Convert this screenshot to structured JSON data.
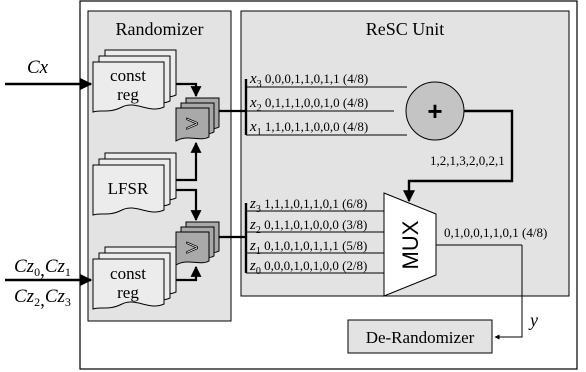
{
  "randomizer": {
    "title": "Randomizer",
    "const_reg_label_line1": "const",
    "const_reg_label_line2": "reg",
    "lfsr_label": "LFSR",
    "comparator_symbol": ">"
  },
  "resc_unit": {
    "title": "ReSC Unit",
    "adder_symbol": "+",
    "adder_output": "1,2,1,3,2,0,2,1",
    "mux_label": "MUX",
    "mux_output": "0,1,0,0,1,1,0,1 (4/8)",
    "x_streams": [
      {
        "name": "x",
        "sub": "3",
        "bits": " 0,0,0,1,1,0,1,1 (4/8)"
      },
      {
        "name": "x",
        "sub": "2",
        "bits": " 0,1,1,1,0,0,1,0 (4/8)"
      },
      {
        "name": "x",
        "sub": "1",
        "bits": " 1,1,0,1,1,0,0,0 (4/8)"
      }
    ],
    "z_streams": [
      {
        "name": "z",
        "sub": "3",
        "bits": " 1,1,1,0,1,1,0,1 (6/8)"
      },
      {
        "name": "z",
        "sub": "2",
        "bits": " 0,1,1,0,1,0,0,0 (3/8)"
      },
      {
        "name": "z",
        "sub": "1",
        "bits": " 0,1,0,1,0,1,1,1 (5/8)"
      },
      {
        "name": "z",
        "sub": "0",
        "bits": " 0,0,0,1,0,1,0,0 (2/8)"
      }
    ]
  },
  "derandomizer": {
    "label": "De-Randomizer"
  },
  "inputs": {
    "cx": "Cx",
    "cz_line1": [
      {
        "name": "Cz",
        "sub": "0",
        "sep": ","
      },
      {
        "name": "Cz",
        "sub": "1",
        "sep": ""
      }
    ],
    "cz_line2": [
      {
        "name": "Cz",
        "sub": "2",
        "sep": ","
      },
      {
        "name": "Cz",
        "sub": "3",
        "sep": ""
      }
    ]
  },
  "output": {
    "y": "y"
  },
  "colors": {
    "panel_fill": "#e3e3e3",
    "box_fill": "#ececec",
    "comparator_fill": "#a9a9a9",
    "adder_fill": "#c4c4c4",
    "stroke": "#000000"
  }
}
